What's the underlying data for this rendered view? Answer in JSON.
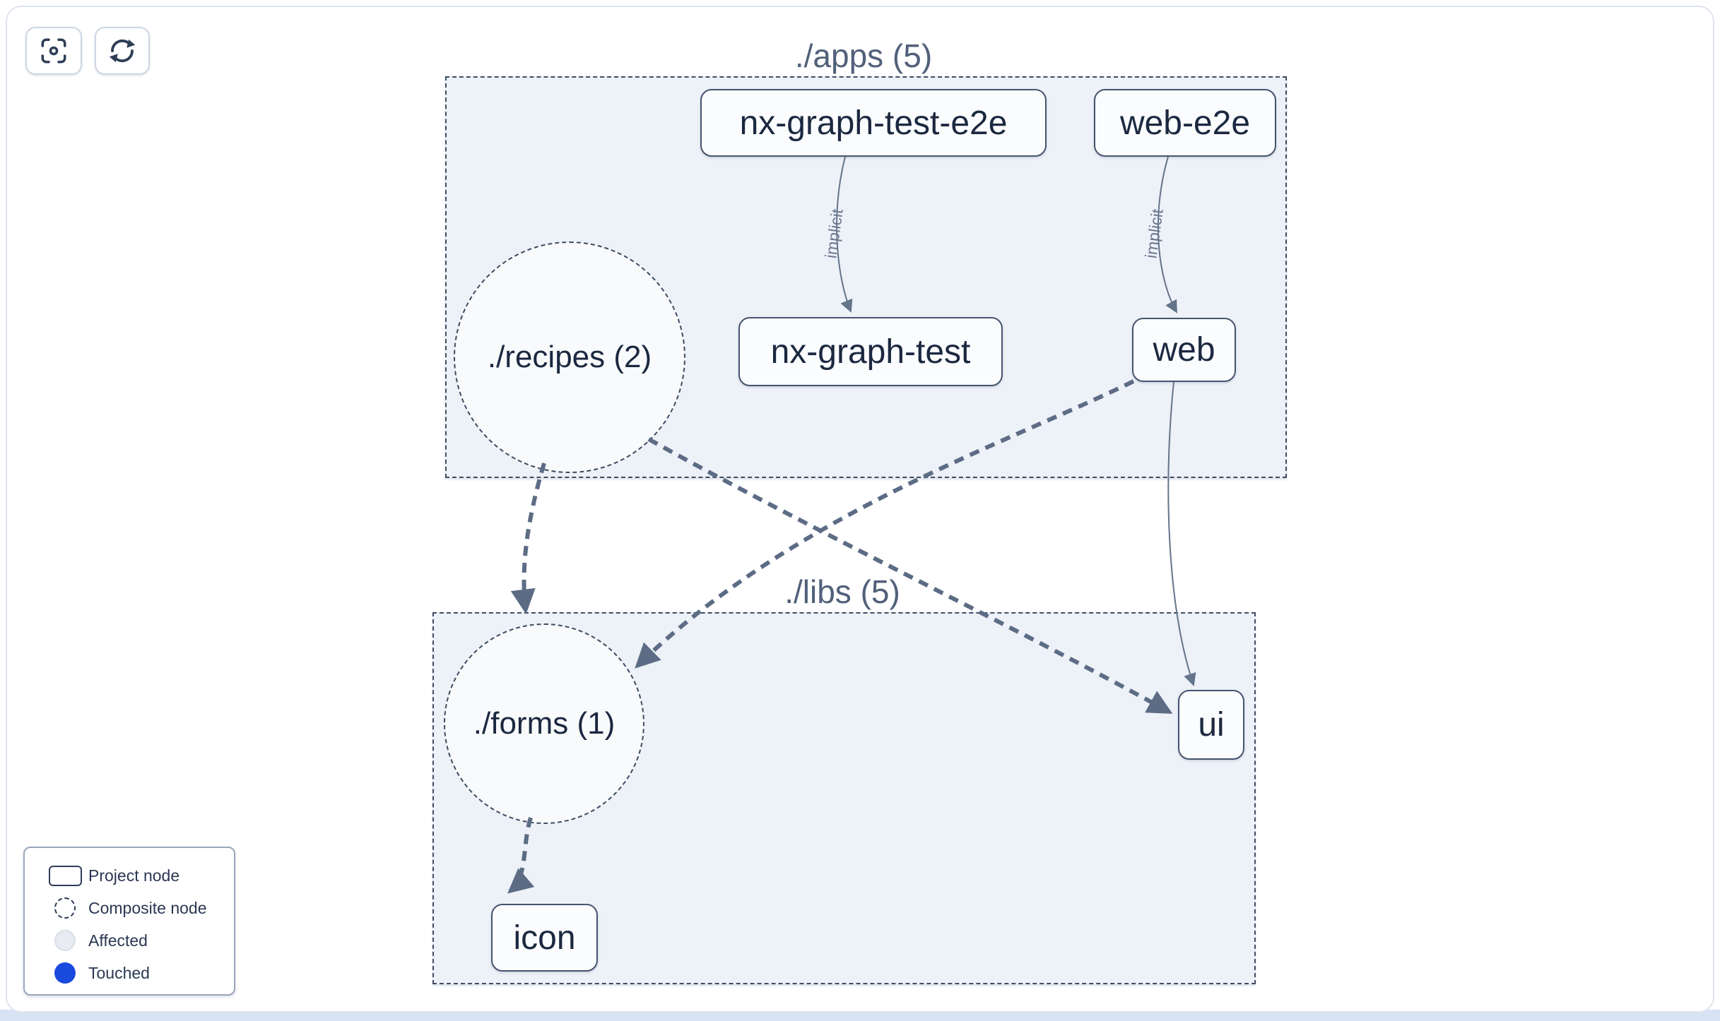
{
  "toolbar": {
    "buttons": [
      {
        "name": "focus",
        "icon": "focus-icon"
      },
      {
        "name": "refresh",
        "icon": "refresh-icon"
      }
    ]
  },
  "graph": {
    "groups": [
      {
        "id": "apps",
        "title": "./apps (5)"
      },
      {
        "id": "libs",
        "title": "./libs (5)"
      }
    ],
    "composite_nodes": [
      {
        "label": "./recipes (2)",
        "group": "apps"
      },
      {
        "label": "./forms (1)",
        "group": "libs"
      }
    ],
    "project_nodes": [
      {
        "label": "nx-graph-test-e2e",
        "group": "apps"
      },
      {
        "label": "web-e2e",
        "group": "apps"
      },
      {
        "label": "nx-graph-test",
        "group": "apps"
      },
      {
        "label": "web",
        "group": "apps"
      },
      {
        "label": "ui",
        "group": "libs"
      },
      {
        "label": "icon",
        "group": "libs"
      }
    ],
    "edges": [
      {
        "from": "nx-graph-test-e2e",
        "to": "nx-graph-test",
        "label": "implicit",
        "style": "solid-thin"
      },
      {
        "from": "web-e2e",
        "to": "web",
        "label": "implicit",
        "style": "solid-thin"
      },
      {
        "from": "./recipes (2)",
        "to": "./forms (1)",
        "label": "",
        "style": "dashed-thick"
      },
      {
        "from": "./recipes (2)",
        "to": "ui",
        "label": "",
        "style": "dashed-thick"
      },
      {
        "from": "web",
        "to": "./forms (1)",
        "label": "",
        "style": "dashed-thick"
      },
      {
        "from": "web",
        "to": "ui",
        "label": "",
        "style": "solid-thin"
      },
      {
        "from": "./forms (1)",
        "to": "icon",
        "label": "",
        "style": "dashed-thick"
      }
    ]
  },
  "legend": {
    "items": [
      {
        "label": "Project node",
        "swatch": "project-rect"
      },
      {
        "label": "Composite node",
        "swatch": "dashed-circle"
      },
      {
        "label": "Affected",
        "swatch": "affected-circle"
      },
      {
        "label": "Touched",
        "swatch": "touched-circle"
      }
    ]
  },
  "colors": {
    "edge": "#5d6c85",
    "node_border": "#45546e",
    "group_fill": "#edf1f8",
    "touched_blue": "#1a49de",
    "affected_fill": "#e8ecf2",
    "bottom_strip": "#d7e2f2"
  }
}
